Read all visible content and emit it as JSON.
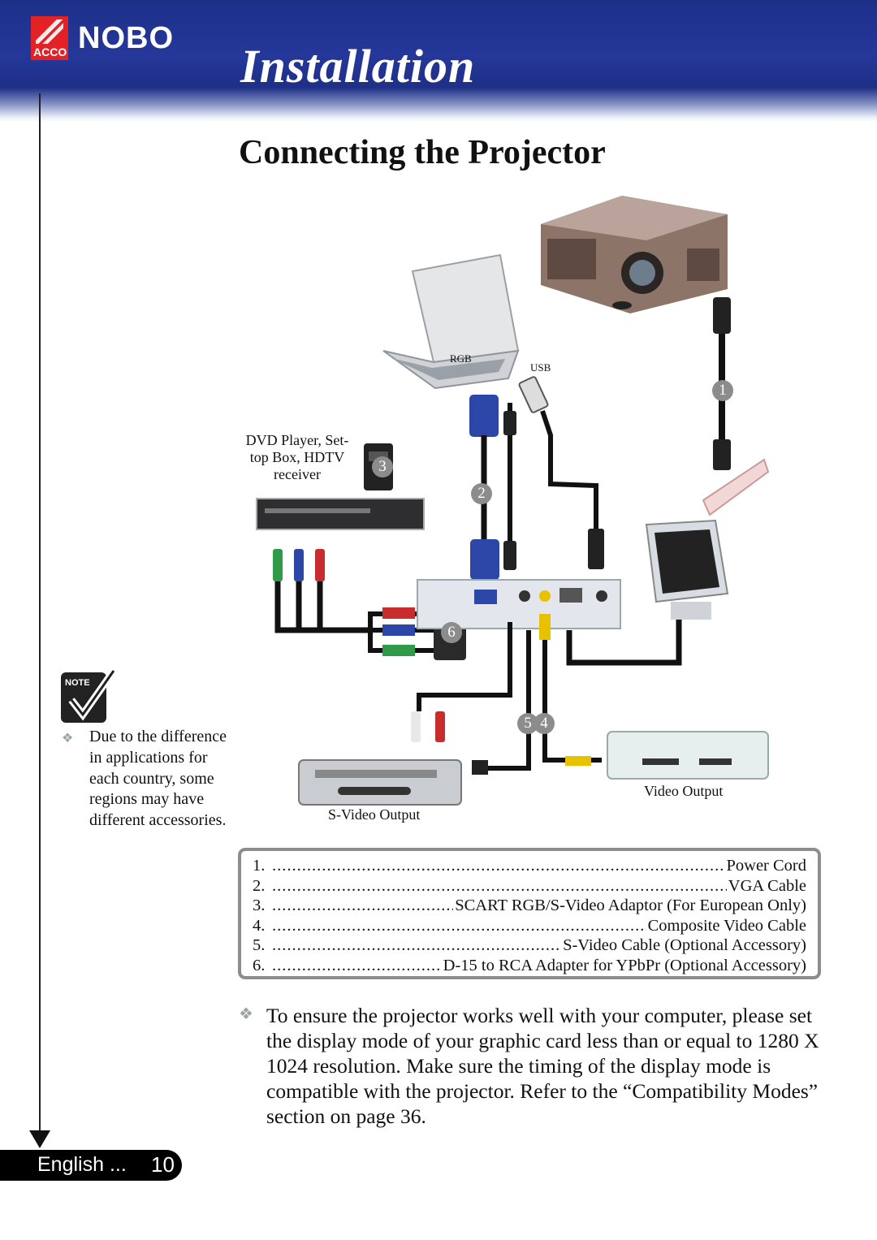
{
  "header": {
    "brand": "NOBO",
    "acco": "ACCO",
    "section_title": "Installation"
  },
  "page_title": "Connecting the Projector",
  "diagram": {
    "dvd_label": "DVD Player, Set-top Box, HDTV receiver",
    "rgb_label": "RGB",
    "usb_label": "USB",
    "svideo_output_label": "S-Video Output",
    "video_output_label": "Video Output",
    "markers": [
      "1",
      "2",
      "3",
      "4",
      "5",
      "6"
    ]
  },
  "note": {
    "icon": "note-checkmark-icon",
    "text": "Due to the difference in applications for each country, some regions may have different accessories."
  },
  "legend": [
    {
      "num": "1.",
      "text": "Power Cord"
    },
    {
      "num": "2.",
      "text": "VGA Cable"
    },
    {
      "num": "3.",
      "text": "SCART RGB/S-Video Adaptor (For European Only)"
    },
    {
      "num": "4.",
      "text": "Composite Video Cable"
    },
    {
      "num": "5.",
      "text": "S-Video Cable (Optional Accessory)"
    },
    {
      "num": "6.",
      "text": "D-15 to RCA Adapter for YPbPr (Optional Accessory)"
    }
  ],
  "tip": "To ensure the projector works well with your computer, please set the display mode of your graphic card less than or equal to 1280 X 1024 resolution. Make sure the timing of the display mode is compatible with the projector.  Refer to the “Compatibility Modes” section on page 36.",
  "footer": {
    "language": "English ...",
    "page": "10"
  }
}
